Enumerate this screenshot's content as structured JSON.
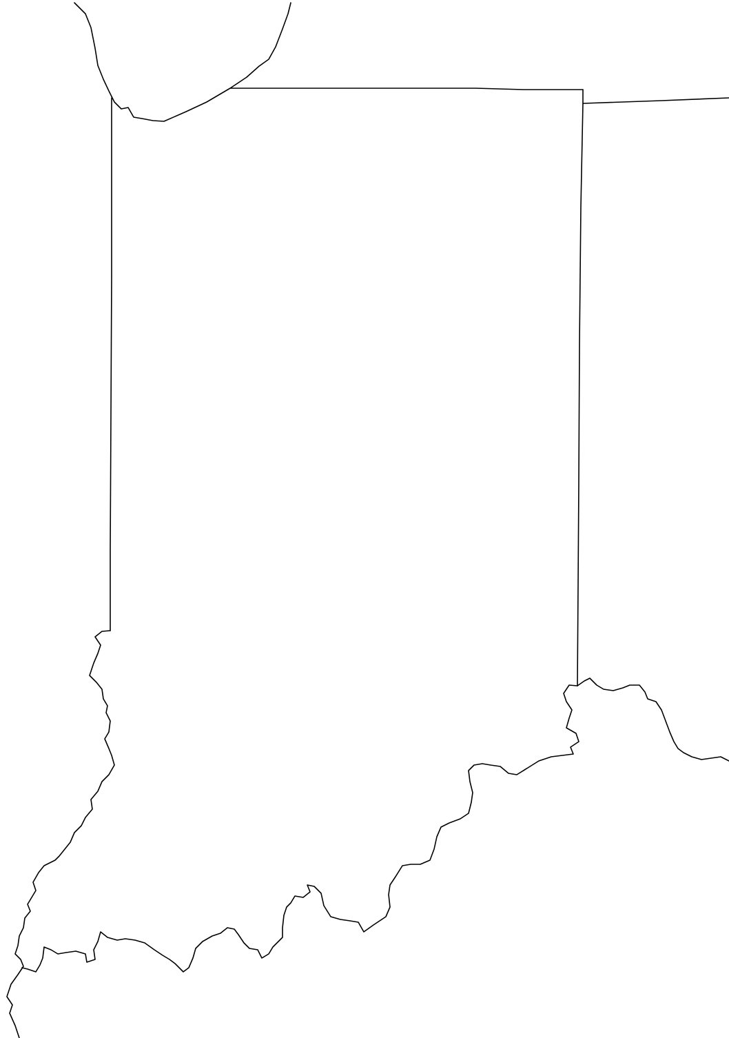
{
  "map": {
    "colors": {
      "background": "#ffffff",
      "boundary_line": "#000000"
    },
    "features": [
      "lake-michigan-shoreline",
      "indiana-michigan-border",
      "indiana-illinois-border",
      "indiana-ohio-border",
      "ohio-michigan-border",
      "wabash-river-boundary",
      "ohio-river-boundary"
    ]
  }
}
